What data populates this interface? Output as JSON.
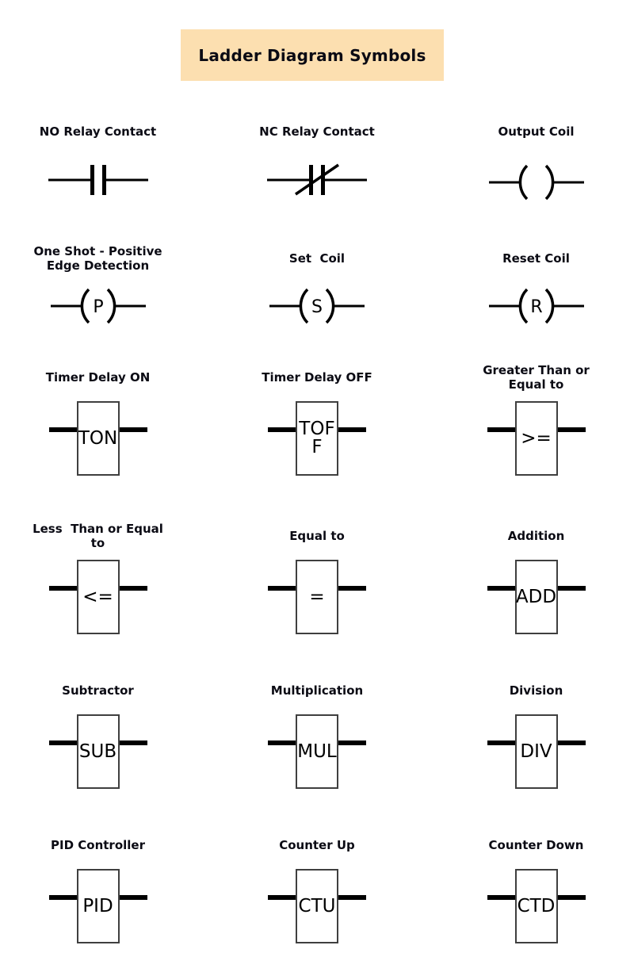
{
  "title": "Ladder Diagram Symbols",
  "colors": {
    "title_bg": "#FCDFB0",
    "heading_text": "#0B0B14",
    "symbol_stroke": "#000000",
    "box_border": "#3F3F3F"
  },
  "symbols": [
    {
      "label": "NO Relay Contact",
      "type": "no_contact"
    },
    {
      "label": "NC Relay Contact",
      "type": "nc_contact"
    },
    {
      "label": "Output Coil",
      "type": "coil",
      "letter": ""
    },
    {
      "label": "One Shot - Positive\nEdge Detection",
      "type": "coil",
      "letter": "P"
    },
    {
      "label": "Set  Coil",
      "type": "coil",
      "letter": "S"
    },
    {
      "label": "Reset Coil",
      "type": "coil",
      "letter": "R"
    },
    {
      "label": "Timer Delay ON",
      "type": "box",
      "text": "TON"
    },
    {
      "label": "Timer Delay OFF",
      "type": "box",
      "text": "TOF\nF"
    },
    {
      "label": "Greater Than or\nEqual to",
      "type": "box",
      "text": ">="
    },
    {
      "label": "Less  Than or Equal\nto",
      "type": "box",
      "text": "<="
    },
    {
      "label": "Equal to",
      "type": "box",
      "text": "="
    },
    {
      "label": "Addition",
      "type": "box",
      "text": "ADD"
    },
    {
      "label": "Subtractor",
      "type": "box",
      "text": "SUB"
    },
    {
      "label": "Multiplication",
      "type": "box",
      "text": "MUL"
    },
    {
      "label": "Division",
      "type": "box",
      "text": "DIV"
    },
    {
      "label": "PID Controller",
      "type": "box",
      "text": "PID"
    },
    {
      "label": "Counter Up",
      "type": "box",
      "text": "CTU"
    },
    {
      "label": "Counter Down",
      "type": "box",
      "text": "CTD"
    }
  ]
}
